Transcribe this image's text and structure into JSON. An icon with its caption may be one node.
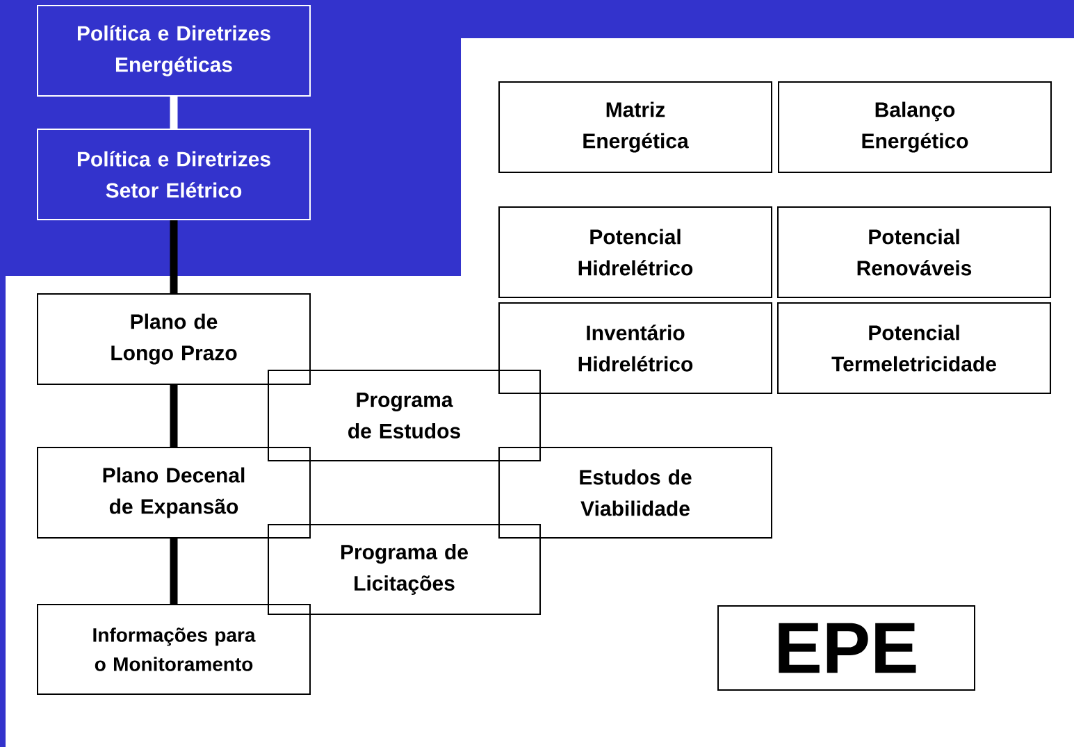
{
  "diagram": {
    "nodes": [
      {
        "text": [
          "Política e Diretrizes Energéticas"
        ]
      },
      {
        "text": [
          "Política e Diretrizes Setor Elétrico"
        ]
      },
      {
        "text": [
          "Plano de Longo Prazo"
        ]
      },
      {
        "text": [
          "Programa de Estudos"
        ]
      },
      {
        "text": [
          "Plano Decenal de Expansão"
        ]
      },
      {
        "text": [
          "Programa de Licitações"
        ]
      },
      {
        "text": [
          "Informações para o Monitoramento"
        ]
      },
      {
        "text": [
          "Matriz Energética"
        ]
      },
      {
        "text": [
          "Balanço Energético"
        ]
      },
      {
        "text": [
          "Potencial Hidrelétrico"
        ]
      },
      {
        "text": [
          "Potencial Renováveis"
        ]
      },
      {
        "text": [
          "Inventário Hidrelétrico"
        ]
      },
      {
        "text": [
          "Potencial Termeletricidade"
        ]
      },
      {
        "text": [
          "Estudos de Viabilidade"
        ]
      },
      {
        "text": [
          "EPE"
        ]
      }
    ],
    "edges": [
      {
        "from": 0,
        "to": 1,
        "arrow": "none",
        "color": "#ffffff"
      },
      {
        "from": 1,
        "to": 2,
        "arrow": "none"
      },
      {
        "from": 2,
        "to": 4,
        "arrow": "none"
      },
      {
        "from": 4,
        "to": 6,
        "arrow": "none"
      }
    ]
  }
}
